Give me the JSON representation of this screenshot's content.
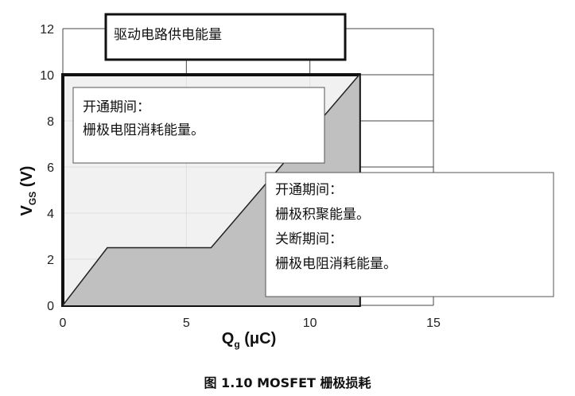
{
  "caption": "图 1.10 MOSFET 栅极损耗",
  "chart_data": {
    "type": "area",
    "x": [
      0,
      1.8,
      6,
      12
    ],
    "y": [
      0,
      2.5,
      2.5,
      10
    ],
    "xlim": [
      0,
      15
    ],
    "ylim": [
      0,
      12
    ],
    "xticks": [
      "0",
      "5",
      "10",
      "15"
    ],
    "yticks": [
      "0",
      "2",
      "4",
      "6",
      "8",
      "10",
      "12"
    ],
    "xlabel": {
      "main": "Q",
      "sub": "g",
      "unit": " (μC)"
    },
    "ylabel": {
      "main": "V",
      "sub": "GS",
      "unit": " (V)"
    },
    "grid": true,
    "colors": {
      "fill": "#c0c0c0",
      "region": "#efefef",
      "grid": "#444444"
    },
    "annotations": {
      "drive": "驱动电路供电能量",
      "turn_on_gate": [
        "开通期间：",
        "栅极电阻消耗能量。"
      ],
      "mosfet_losses": [
        "开通期间：",
        "栅极积聚能量。",
        "关断期间：",
        "栅极电阻消耗能量。"
      ]
    }
  }
}
